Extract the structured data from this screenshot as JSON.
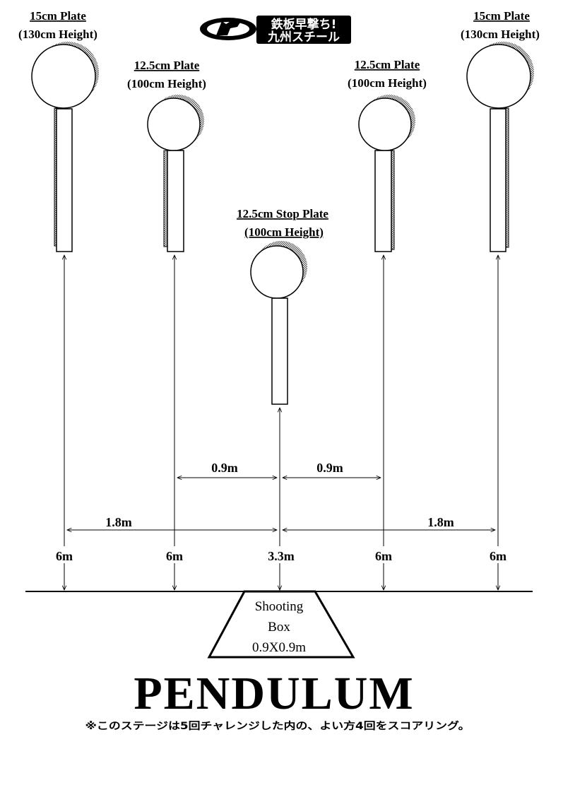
{
  "logo": {
    "line1": "鉄板早撃ち!",
    "line2": "九州スチール"
  },
  "targets": {
    "far_left": {
      "title": "15cm Plate",
      "height": "(130cm Height)"
    },
    "mid_left": {
      "title": "12.5cm Plate",
      "height": "(100cm Height)"
    },
    "center": {
      "title": "12.5cm Stop Plate",
      "height": "(100cm Height)"
    },
    "mid_right": {
      "title": "12.5cm Plate",
      "height": "(100cm Height)"
    },
    "far_right": {
      "title": "15cm Plate",
      "height": "(130cm Height)"
    }
  },
  "spacing": {
    "inner_left": "0.9m",
    "inner_right": "0.9m",
    "outer_left": "1.8m",
    "outer_right": "1.8m"
  },
  "distances": {
    "far_left": "6m",
    "mid_left": "6m",
    "center": "3.3m",
    "mid_right": "6m",
    "far_right": "6m"
  },
  "shooting_box": {
    "line1": "Shooting",
    "line2": "Box",
    "line3": "0.9X0.9m"
  },
  "title": "PENDULUM",
  "note": "※このステージは5回チャレンジした内の、よい方4回をスコアリング。"
}
